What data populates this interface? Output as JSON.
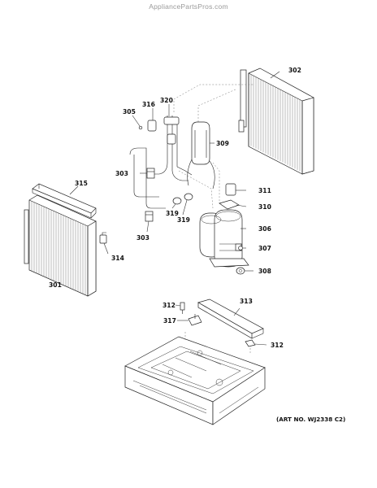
{
  "watermark": "AppliancePartsPros.com",
  "art_number": "(ART NO. WJ2338 C2)",
  "callouts": {
    "c302": "302",
    "c305": "305",
    "c316": "316",
    "c320": "320",
    "c309": "309",
    "c315": "315",
    "c303a": "303",
    "c311": "311",
    "c310": "310",
    "c319a": "319",
    "c319b": "319",
    "c306": "306",
    "c303b": "303",
    "c314": "314",
    "c307": "307",
    "c301": "301",
    "c308": "308",
    "c312a": "312",
    "c313": "313",
    "c317": "317",
    "c312b": "312"
  }
}
